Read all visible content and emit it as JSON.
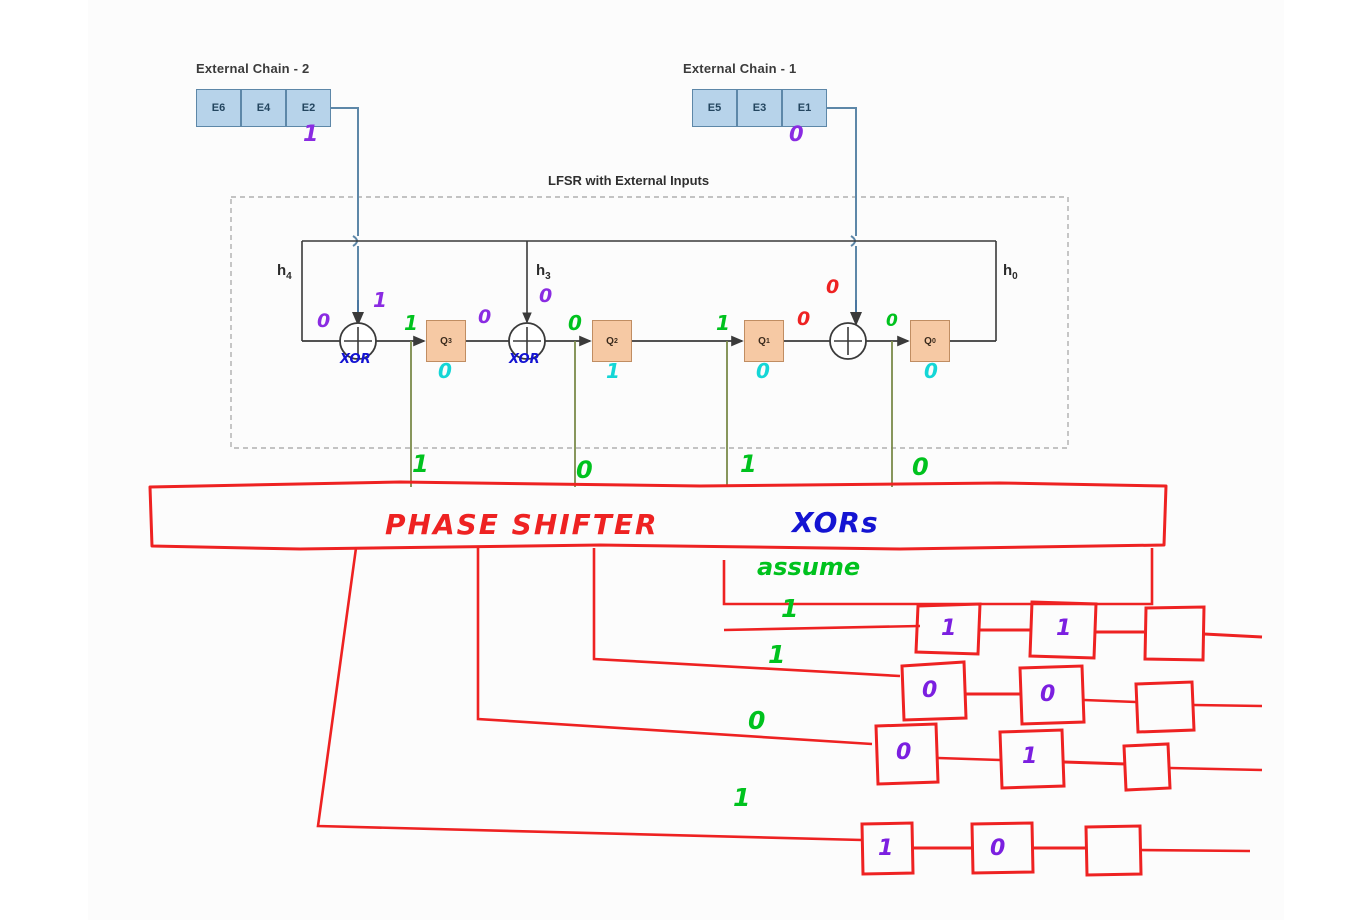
{
  "diagram": {
    "title": "LFSR with External Inputs",
    "external_chains": [
      {
        "name": "External Chain - 2",
        "cells": [
          "E6",
          "E4",
          "E2"
        ],
        "input_value": "1"
      },
      {
        "name": "External Chain - 1",
        "cells": [
          "E5",
          "E3",
          "E1"
        ],
        "input_value": "0"
      }
    ],
    "feedback_taps": [
      {
        "label": "h",
        "sub": "4",
        "value": "0"
      },
      {
        "label": "h",
        "sub": "3",
        "value": "0"
      },
      {
        "label": "h",
        "sub": "0",
        "value": "0"
      }
    ],
    "registers": [
      {
        "label": "Q",
        "sub": "3",
        "state": "0",
        "out_annot": "0",
        "in_annot": "1"
      },
      {
        "label": "Q",
        "sub": "2",
        "state": "1",
        "out_annot": "",
        "in_annot": "0"
      },
      {
        "label": "Q",
        "sub": "1",
        "state": "0",
        "out_annot": "0",
        "in_annot": "1"
      },
      {
        "label": "Q",
        "sub": "0",
        "state": "0",
        "out_annot": "",
        "in_annot": "0"
      }
    ],
    "xor_gates": [
      {
        "label": "XOR",
        "top_input": "1",
        "left_input": "0"
      },
      {
        "label": "XOR",
        "top_input": "0",
        "left_input": ""
      },
      {
        "label": "",
        "top_input": "0",
        "left_input": "0"
      }
    ],
    "tap_outputs": [
      "1",
      "0",
      "1",
      "0"
    ],
    "phase_shifter": {
      "text_red": "PHASE   SHIFTER",
      "text_blue": "XORs"
    },
    "assume_label": "assume",
    "scan_chain_inputs": [
      "1",
      "1",
      "0",
      "1"
    ],
    "scan_chains": [
      {
        "cells": [
          "1",
          "1",
          ""
        ]
      },
      {
        "cells": [
          "0",
          "0",
          ""
        ]
      },
      {
        "cells": [
          "0",
          "1",
          ""
        ]
      },
      {
        "cells": [
          "1",
          "0",
          ""
        ]
      }
    ],
    "colors": {
      "register_fill": "#f6c9a4",
      "chain_fill": "#b7d3ea",
      "annot_purple": "#8a2be2",
      "annot_green": "#00c21e",
      "annot_cyan": "#14d6d6",
      "annot_red": "#ee2222",
      "annot_blue": "#1414d2",
      "ink_red": "#ee2222"
    }
  }
}
